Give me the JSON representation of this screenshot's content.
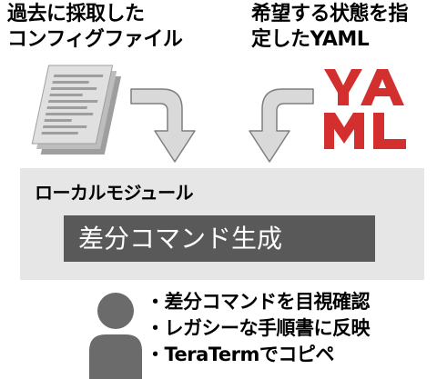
{
  "captions": {
    "left_lines": [
      "過去に採取した",
      "コンフィグファイル"
    ],
    "right_lines": [
      "希望する状態を指",
      "定したYAML"
    ]
  },
  "yaml_logo": {
    "text": "YAML",
    "color": "#d32f2f"
  },
  "module": {
    "title": "ローカルモジュール",
    "diff_label": "差分コマンド生成"
  },
  "bullets": [
    "・差分コマンドを目視確認",
    "・レガシーな手順書に反映",
    "・TeraTermでコピペ"
  ],
  "icons": {
    "document": "stacked-document-icon",
    "arrow_left": "curved-arrow-down-icon",
    "arrow_right": "curved-arrow-down-icon",
    "person": "user-person-icon"
  }
}
